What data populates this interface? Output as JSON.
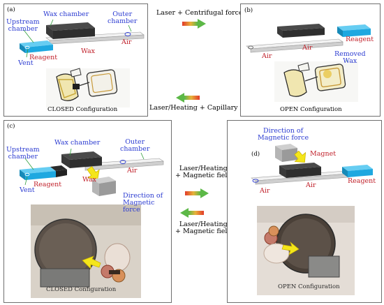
{
  "colors": {
    "label_blue": "#2b3bd1",
    "label_red": "#c0202a",
    "channel_cyan": "#1ea8e0",
    "wax_dark": "#3a3a3a",
    "arrow_red": "#e23a2a",
    "arrow_green": "#5cb847",
    "magnetic_arrow": "#f4e61a"
  },
  "middle": {
    "top_label": "Laser + Centrifugal force",
    "bottom_label": "Laser/Heating + Capillary flow",
    "right_label_1": "Laser/Heating\n+ Magnetic field",
    "right_label_2": "Laser/Heating\n+ Magnetic field"
  },
  "panel_a": {
    "tag": "(a)",
    "upstream": "Upstream\nchamber",
    "wax_chamber": "Wax chamber",
    "outer_chamber": "Outer\nchamber",
    "air": "Air",
    "reagent": "Reagent",
    "wax": "Wax",
    "vent": "Vent",
    "caption": "CLOSED Configuration"
  },
  "panel_b": {
    "tag": "(b)",
    "air_left": "Air",
    "air_mid": "Air",
    "reagent": "Reagent",
    "removed_wax": "Removed\nWax",
    "caption": "OPEN Configuration"
  },
  "panel_c": {
    "tag": "(c)",
    "upstream": "Upstream\nchamber",
    "wax_chamber": "Wax chamber",
    "outer_chamber": "Outer\nchamber",
    "air": "Air",
    "reagent": "Reagent",
    "wax": "Wax",
    "vent": "Vent",
    "direction": "Direction of\nMagnetic force",
    "caption": "CLOSED Configuration"
  },
  "panel_d": {
    "tag": "(d)",
    "direction": "Direction of\nMagnetic force",
    "magnet": "Magnet",
    "air_left": "Air",
    "air_mid": "Air",
    "reagent": "Reagent",
    "caption": "OPEN Configuration"
  }
}
